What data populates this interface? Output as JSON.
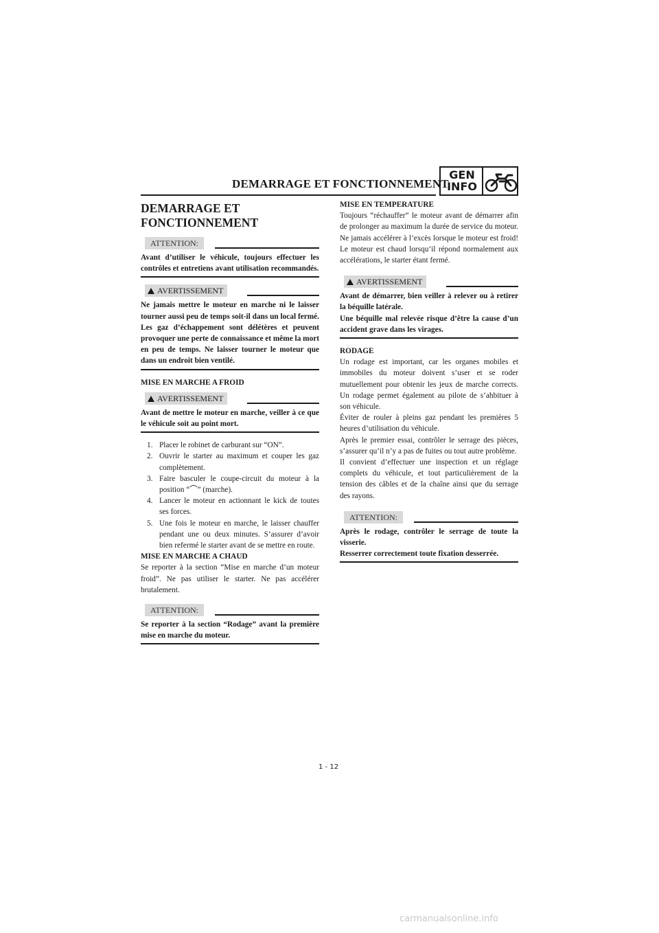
{
  "header": {
    "title": "DEMARRAGE ET FONCTIONNEMENT",
    "badge_line1": "GEN",
    "badge_line2": "INFO",
    "badge_icon": "motorcycle-icon"
  },
  "left": {
    "title_line1": "DEMARRAGE ET",
    "title_line2": "FONCTIONNEMENT",
    "note1": {
      "label": "ATTENTION:",
      "text": "Avant d’utiliser le véhicule, toujours effectuer les contrôles et entretiens avant utilisation recommandés."
    },
    "warn1": {
      "label": "AVERTISSEMENT",
      "text": "Ne jamais mettre le moteur en marche ni le laisser tourner aussi peu de temps soit-il dans un local fermé. Les gaz d’échappement sont délétères et peuvent provoquer une perte de connaissance et même la mort en peu de temps. Ne laisser tourner le moteur que dans un endroit bien ventilé."
    },
    "cold_title": "MISE EN MARCHE A FROID",
    "warn2": {
      "label": "AVERTISSEMENT",
      "text": "Avant de mettre le moteur en marche, veiller à ce que le véhicule soit au point mort."
    },
    "steps": [
      {
        "num": "1.",
        "text": "Placer le robinet de carburant sur “ON”."
      },
      {
        "num": "2.",
        "text": "Ouvrir le starter au maximum et couper les gaz complètement."
      },
      {
        "num": "3.",
        "text": "Faire basculer le coupe-circuit du moteur à la position “⌒” (marche)."
      },
      {
        "num": "4.",
        "text": "Lancer le moteur en actionnant le kick de toutes ses forces."
      },
      {
        "num": "5.",
        "text": "Une fois le moteur en marche, le laisser chauffer pendant une ou deux minutes. S’assurer d’avoir bien refermé le starter avant de se mettre en route."
      }
    ],
    "hot_title": "MISE EN MARCHE A CHAUD",
    "hot_text": "Se reporter à la section “Mise en marche d’un moteur froid”. Ne pas utiliser le starter. Ne pas accélérer brutalement.",
    "note2": {
      "label": "ATTENTION:",
      "text": "Se reporter à la section “Rodage” avant la première mise en marche du moteur."
    }
  },
  "right": {
    "warmup_title": "MISE EN TEMPERATURE",
    "warmup_text": "Toujours “réchauffer” le moteur avant de démarrer afin de prolonger au maximum la durée de service du moteur. Ne jamais accélérer à l’excès lorsque le moteur est froid! Le moteur est chaud lorsqu’il répond normalement aux accélérations, le starter étant fermé.",
    "warn3": {
      "label": "AVERTISSEMENT",
      "text1": "Avant de démarrer, bien veiller à relever ou à retirer la béquille latérale.",
      "text2": "Une béquille mal relevée risque d’être la cause d’un accident grave dans les virages."
    },
    "breakin_title": "RODAGE",
    "breakin_p1": "Un rodage est important, car les organes mobiles et immobiles du moteur doivent s’user et se roder mutuellement pour obtenir les jeux de marche corrects. Un rodage permet également au pilote de s’ahbituer à son véhicule.",
    "breakin_p2": "Éviter de rouler à pleins gaz pendant les premières 5 heures d’utilisation du véhicule.",
    "breakin_p3": "Après le premier essai, contrôler le serrage des pièces, s’assurer qu’il n’y a pas de fuites ou tout autre problème.",
    "breakin_p4": "Il convient d’effectuer une inspection et un réglage complets du véhicule, et tout particulièrement de la tension des câbles et de la chaîne ainsi que du serrage des rayons.",
    "note3": {
      "label": "ATTENTION:",
      "text1": "Après le rodage, contrôler le serrage de toute la visserie.",
      "text2": "Resserrer correctement toute fixation desserrée."
    }
  },
  "page_number": "1 - 12",
  "footer": "carmanualsonline.info"
}
